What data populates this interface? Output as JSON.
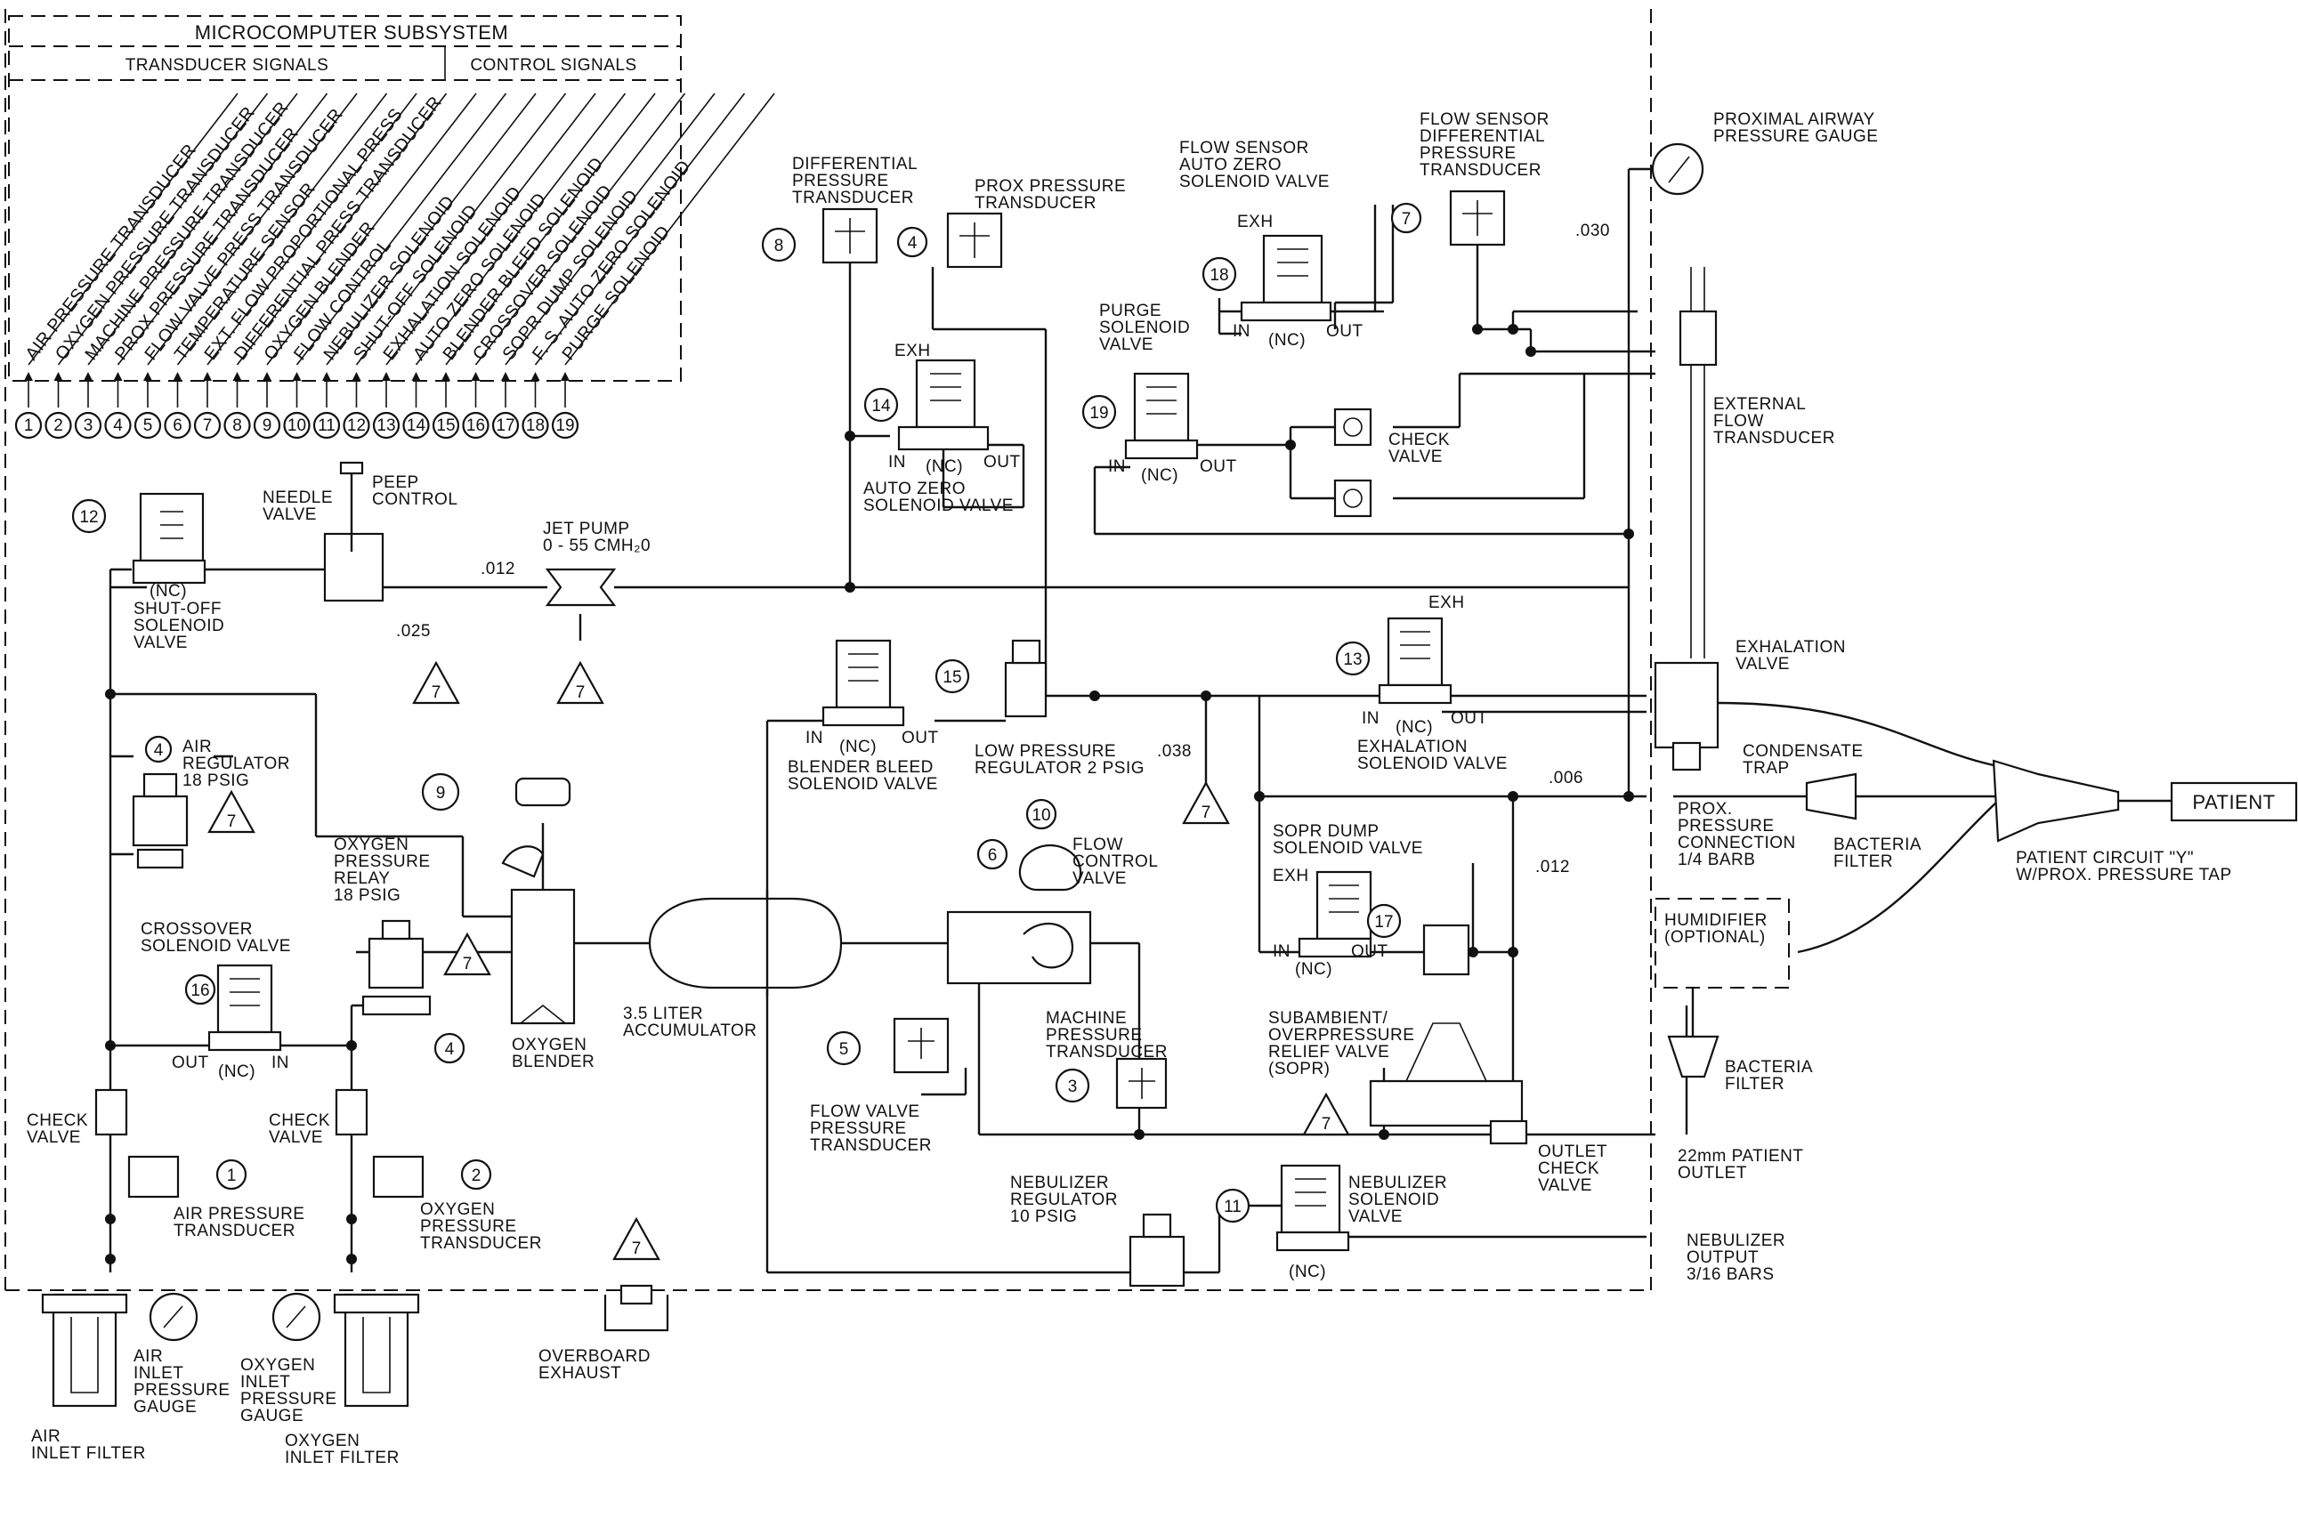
{
  "subsystem": {
    "title": "MICROCOMPUTER SUBSYSTEM",
    "transducer_header": "TRANSDUCER SIGNALS",
    "control_header": "CONTROL SIGNALS",
    "signals": [
      "AIR PRESSURE TRANSDUCER",
      "OXYGEN PRESSURE TRANSDUCER",
      "MACHINE PRESSURE TRANSDUCER",
      "PROX PRESSURE TRANSDUCER",
      "FLOW VALVE PRESS TRANSDUCER",
      "TEMPERATURE SENSOR",
      "EXT. FLOW PROPORTIONAL PRESS",
      "DIFFERENTIAL PRESS TRANSDUCER",
      "OXYGEN BLENDER",
      "FLOW CONTROL",
      "NEBULIZER SOLENOID",
      "SHUT-OFF SOLENOID",
      "EXHALATION SOLENOID",
      "AUTO ZERO SOLENOID",
      "BLENDER BLEED SOLENOID",
      "CROSSOVER SOLENOID",
      "SOPR DUMP SOLENOID",
      "F. S. AUTO ZERO SOLENOID",
      "PURGE SOLENOID"
    ],
    "numbers": [
      "1",
      "2",
      "3",
      "4",
      "5",
      "6",
      "7",
      "8",
      "9",
      "10",
      "11",
      "12",
      "13",
      "14",
      "15",
      "16",
      "17",
      "18",
      "19"
    ]
  },
  "labels": {
    "needle_valve": "NEEDLE\nVALVE",
    "peep_control": "PEEP\nCONTROL",
    "jet_pump": "JET PUMP\n0 - 55 CMH₂0",
    "orifice_012": ".012",
    "orifice_025": ".025",
    "orifice_038": ".038",
    "orifice_006": ".006",
    "orifice_012b": ".012",
    "orifice_030": ".030",
    "nc": "(NC)",
    "shutoff": "SHUT-OFF\nSOLENOID\nVALVE",
    "air_regulator": "AIR\nREGULATOR\n18  PSIG",
    "oxygen_relay": "OXYGEN\nPRESSURE\nRELAY\n18 PSIG",
    "crossover": "CROSSOVER\nSOLENOID VALVE",
    "out": "OUT",
    "in": "IN",
    "exh": "EXH",
    "check_valve": "CHECK\nVALVE",
    "air_pressure_transducer": "AIR PRESSURE\nTRANSDUCER",
    "oxygen_pressure_transducer": "OXYGEN\nPRESSURE\nTRANSDUCER",
    "air_inlet_gauge": "AIR\nINLET\nPRESSURE\nGAUGE",
    "oxygen_inlet_gauge": "OXYGEN\nINLET\nPRESSURE\nGAUGE",
    "air_inlet_filter": "AIR\nINLET FILTER",
    "oxygen_inlet_filter": "OXYGEN\nINLET FILTER",
    "overboard_exhaust": "OVERBOARD\nEXHAUST",
    "oxygen_blender": "OXYGEN\nBLENDER",
    "accumulator": "3.5  LITER\nACCUMULATOR",
    "diff_transducer": "DIFFERENTIAL\nPRESSURE\nTRANSDUCER",
    "prox_transducer": "PROX PRESSURE\nTRANSDUCER",
    "auto_zero": "AUTO ZERO\nSOLENOID VALVE",
    "blender_bleed": "BLENDER BLEED\nSOLENOID VALVE",
    "low_pressure_reg": "LOW PRESSURE\nREGULATOR  2  PSIG",
    "flow_control_valve": "FLOW\nCONTROL\nVALVE",
    "flow_valve_transducer": "FLOW VALVE\nPRESSURE\nTRANSDUCER",
    "machine_transducer": "MACHINE\nPRESSURE\nTRANSDUCER",
    "nebulizer_regulator": "NEBULIZER\nREGULATOR\n10 PSIG",
    "nebulizer_solenoid": "NEBULIZER\nSOLENOID\nVALVE",
    "nebulizer_output": "NEBULIZER\nOUTPUT\n3/16 BARS",
    "flow_sensor_az": "FLOW SENSOR\nAUTO ZERO\nSOLENOID VALVE",
    "fs_diff_transducer": "FLOW SENSOR\nDIFFERENTIAL\nPRESSURE\nTRANSDUCER",
    "purge": "PURGE\nSOLENOID\nVALVE",
    "check_valve_right": "CHECK\nVALVE",
    "proximal_gauge": "PROXIMAL AIRWAY\nPRESSURE GAUGE",
    "external_flow": "EXTERNAL\nFLOW\nTRANSDUCER",
    "exhalation_valve": "EXHALATION\nVALVE",
    "exhalation_solenoid": "EXHALATION\nSOLENOID VALVE",
    "condensate_trap": "CONDENSATE\nTRAP",
    "prox_connection": "PROX.\nPRESSURE\nCONNECTION\n1/4 BARB",
    "bacteria_filter": "BACTERIA\nFILTER",
    "patient_circuit": "PATIENT CIRCUIT \"Y\"\nW/PROX. PRESSURE TAP",
    "patient": "PATIENT",
    "humidifier": "HUMIDIFIER\n(OPTIONAL)",
    "sopr_dump": "SOPR DUMP\nSOLENOID VALVE",
    "sopr": "SUBAMBIENT/\nOVERPRESSURE\nRELIEF VALVE\n(SOPR)",
    "outlet_check": "OUTLET\nCHECK\nVALVE",
    "patient_outlet": "22mm PATIENT\nOUTLET",
    "vent": "7"
  }
}
